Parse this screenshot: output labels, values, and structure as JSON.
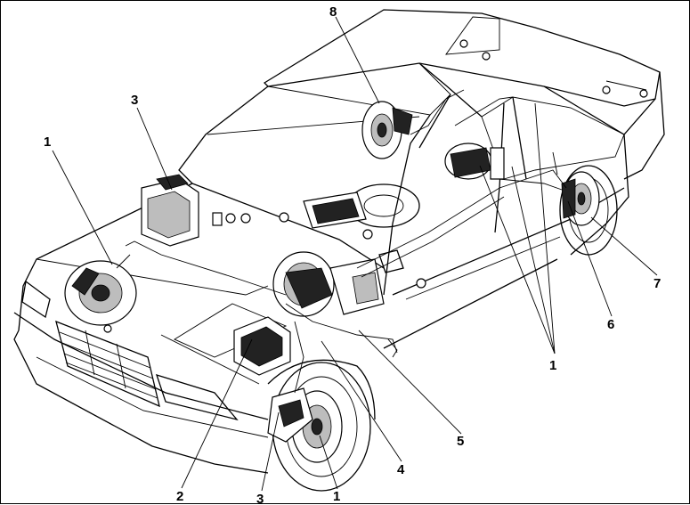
{
  "callouts": [
    {
      "id": "c1a",
      "text": "1"
    },
    {
      "id": "c1b",
      "text": "1"
    },
    {
      "id": "c1c",
      "text": "1"
    },
    {
      "id": "c2",
      "text": "2"
    },
    {
      "id": "c3a",
      "text": "3"
    },
    {
      "id": "c3b",
      "text": "3"
    },
    {
      "id": "c4",
      "text": "4"
    },
    {
      "id": "c5",
      "text": "5"
    },
    {
      "id": "c6",
      "text": "6"
    },
    {
      "id": "c7",
      "text": "7"
    },
    {
      "id": "c8",
      "text": "8"
    }
  ],
  "colors": {
    "ink": "#000000",
    "paper": "#ffffff",
    "shade": "#bdbdbd"
  }
}
